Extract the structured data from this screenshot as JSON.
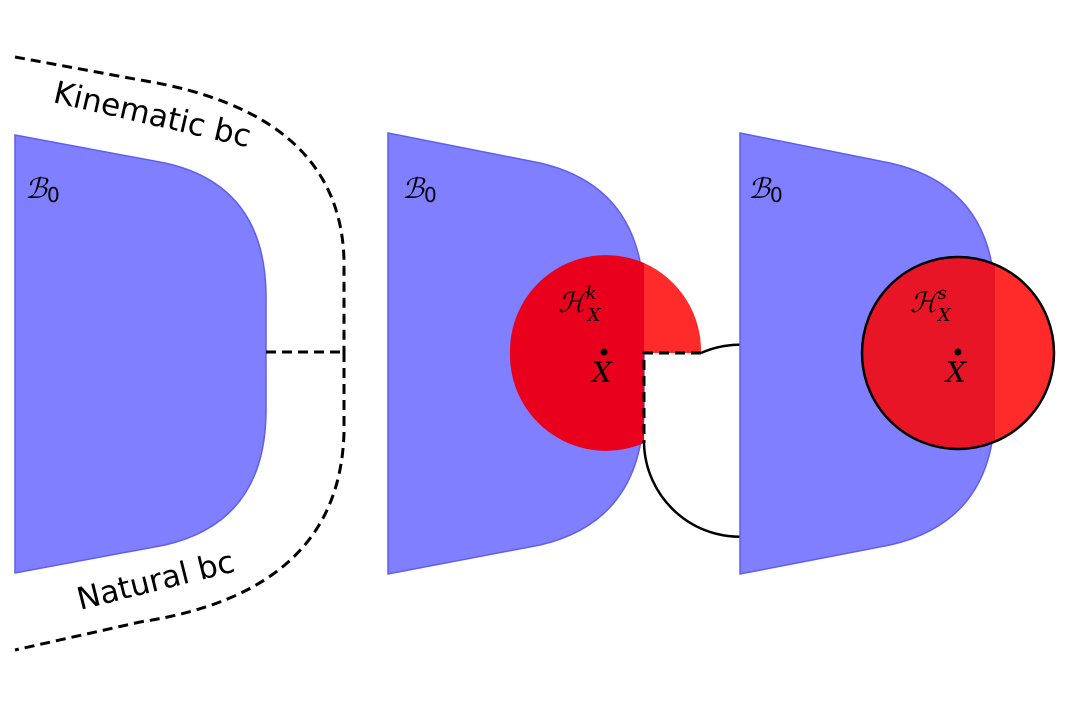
{
  "panel_left": {
    "body_label": "ℬ",
    "body_label_sub": "0",
    "kinematic_label": "Kinematic bc",
    "natural_label": "Natural bc"
  },
  "panel_middle": {
    "body_label": "ℬ",
    "body_label_sub": "0",
    "hole_label": "ℋ",
    "hole_sup": "k",
    "hole_sub": "X",
    "point_label": "X"
  },
  "panel_right": {
    "body_label": "ℬ",
    "body_label_sub": "0",
    "hole_label": "ℋ",
    "hole_sup": "s",
    "hole_sub": "X",
    "point_label": "X"
  },
  "colors": {
    "body": "#7f7fff",
    "hole": "#e8001c",
    "hole_outside": "#ff2a2a"
  }
}
